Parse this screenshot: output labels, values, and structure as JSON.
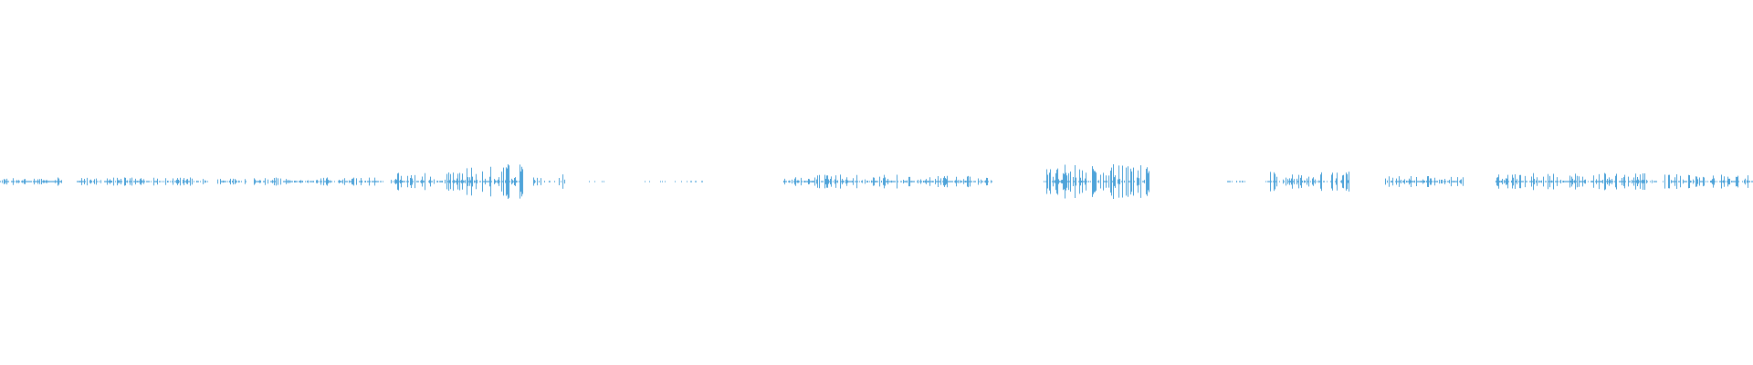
{
  "waveform": {
    "color": "#4ea3d9",
    "background": "#ffffff",
    "duration_fraction": 1.0,
    "segments": [
      {
        "start": 0.0,
        "end": 0.035,
        "peak": 0.03,
        "density": 0.85
      },
      {
        "start": 0.044,
        "end": 0.118,
        "peak": 0.03,
        "density": 0.75
      },
      {
        "start": 0.124,
        "end": 0.14,
        "peak": 0.02,
        "density": 0.7
      },
      {
        "start": 0.145,
        "end": 0.218,
        "peak": 0.03,
        "density": 0.7
      },
      {
        "start": 0.223,
        "end": 0.265,
        "peak": 0.07,
        "density": 0.8
      },
      {
        "start": 0.266,
        "end": 0.298,
        "peak": 0.12,
        "density": 0.85
      },
      {
        "start": 0.304,
        "end": 0.322,
        "peak": 0.05,
        "density": 0.6
      },
      {
        "start": 0.335,
        "end": 0.35,
        "peak": 0.005,
        "density": 0.2
      },
      {
        "start": 0.36,
        "end": 0.402,
        "peak": 0.005,
        "density": 0.2
      },
      {
        "start": 0.447,
        "end": 0.463,
        "peak": 0.03,
        "density": 0.9
      },
      {
        "start": 0.459,
        "end": 0.525,
        "peak": 0.05,
        "density": 0.8
      },
      {
        "start": 0.525,
        "end": 0.566,
        "peak": 0.04,
        "density": 0.85
      },
      {
        "start": 0.595,
        "end": 0.655,
        "peak": 0.12,
        "density": 0.8
      },
      {
        "start": 0.7,
        "end": 0.712,
        "peak": 0.01,
        "density": 0.5
      },
      {
        "start": 0.722,
        "end": 0.77,
        "peak": 0.07,
        "density": 0.7
      },
      {
        "start": 0.79,
        "end": 0.835,
        "peak": 0.04,
        "density": 0.75
      },
      {
        "start": 0.853,
        "end": 0.945,
        "peak": 0.06,
        "density": 0.8
      },
      {
        "start": 0.948,
        "end": 1.0,
        "peak": 0.05,
        "density": 0.8
      }
    ]
  }
}
